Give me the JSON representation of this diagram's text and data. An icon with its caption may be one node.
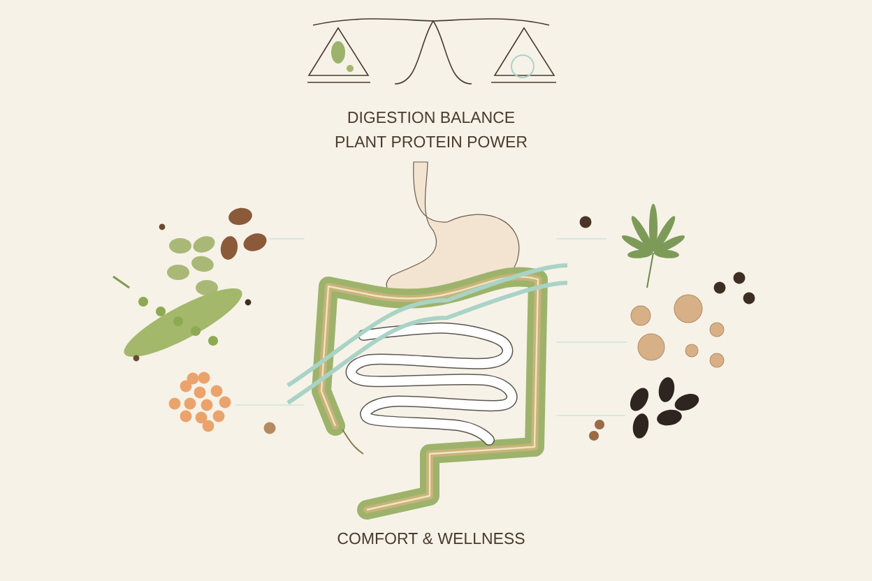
{
  "diagram": {
    "nodes": [
      {
        "text": [],
        "shape": "picture"
      },
      {
        "text": [],
        "shape": "picture"
      },
      {
        "text": [],
        "shape": "picture"
      },
      {
        "text": [],
        "shape": "picture"
      },
      {
        "text": [],
        "shape": "picture"
      },
      {
        "text": [],
        "shape": "picture"
      },
      {
        "text": [],
        "shape": "picture"
      }
    ],
    "edges": [
      {
        "from": 0,
        "to": 6,
        "arrow": "none"
      },
      {
        "from": 2,
        "to": 6,
        "arrow": "none"
      },
      {
        "from": 3,
        "to": 6,
        "arrow": "none"
      },
      {
        "from": 4,
        "to": 6,
        "arrow": "none"
      },
      {
        "from": 5,
        "to": 6,
        "arrow": "none"
      }
    ],
    "labels": [
      "DIGESTION BALANCE",
      "PLANT PROTEIN POWER",
      "COMFORT & WELLNESS"
    ]
  }
}
